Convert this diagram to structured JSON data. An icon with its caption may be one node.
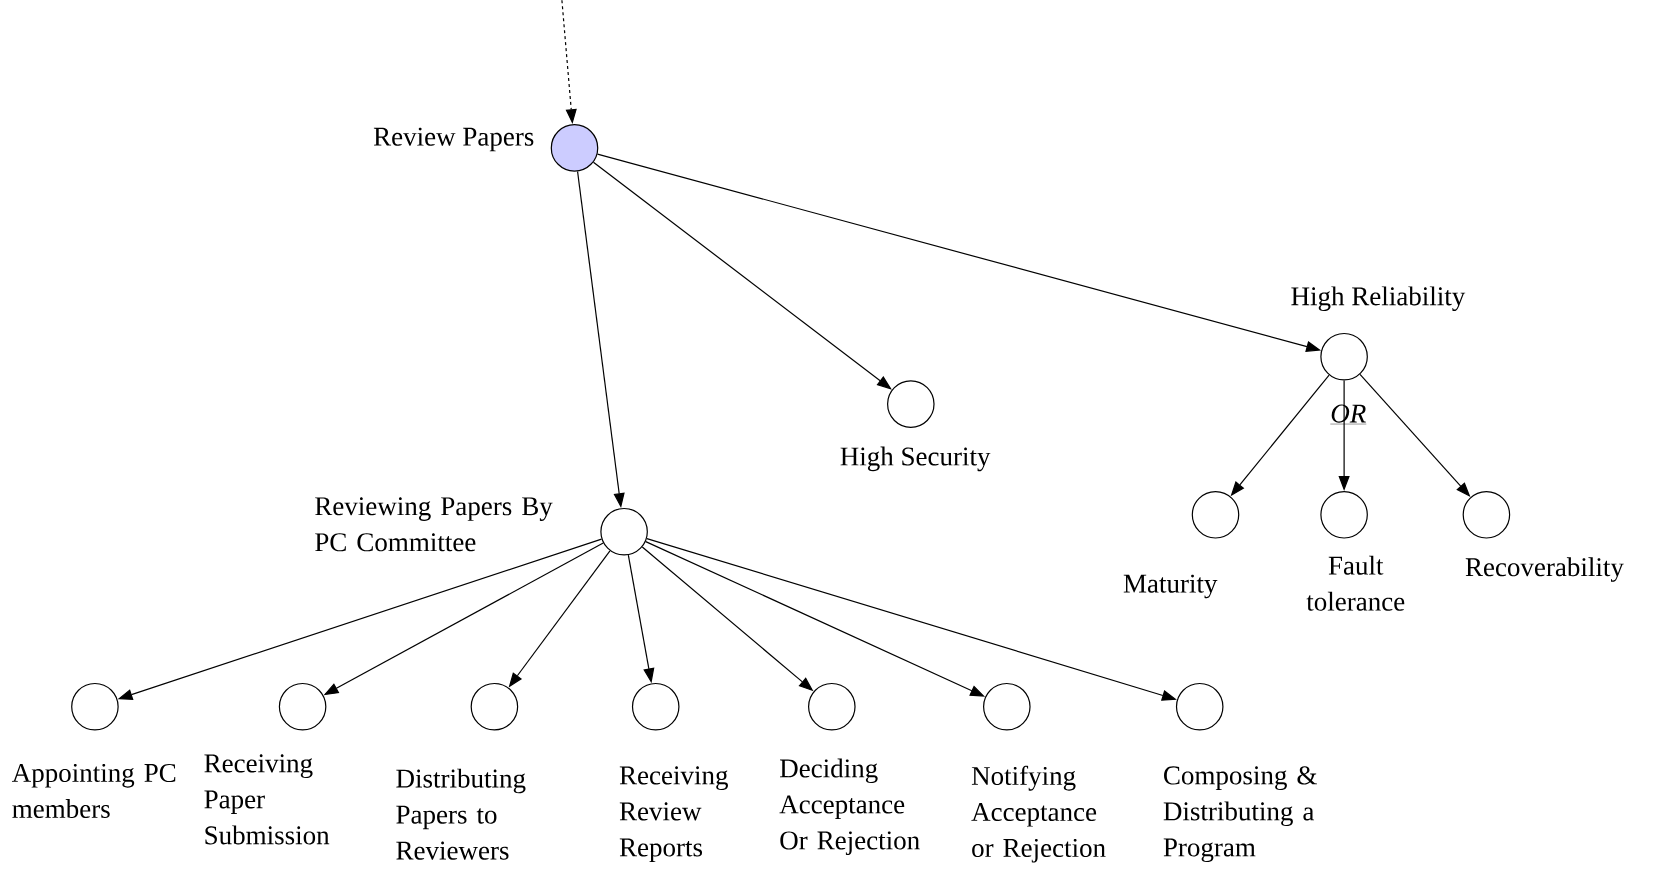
{
  "diagram": {
    "nodes": [
      {
        "text": [
          "Review Papers"
        ]
      },
      {
        "text": [
          "High Reliability"
        ]
      },
      {
        "text": [
          "High Security"
        ]
      },
      {
        "text": [
          "Maturity"
        ]
      },
      {
        "text": [
          "Fault tolerance"
        ]
      },
      {
        "text": [
          "Recoverability"
        ]
      },
      {
        "text": [
          "Reviewing Papers By PC Committee"
        ]
      },
      {
        "text": [
          "Appointing PC members"
        ]
      },
      {
        "text": [
          "Receiving Paper Submission"
        ]
      },
      {
        "text": [
          "Distributing Papers to Reviewers"
        ]
      },
      {
        "text": [
          "Receiving Review Reports"
        ]
      },
      {
        "text": [
          "Deciding Acceptance Or Rejection"
        ]
      },
      {
        "text": [
          "Notifying Acceptance or Rejection"
        ]
      },
      {
        "text": [
          "Composing & Distributing a Program"
        ]
      }
    ],
    "edges": [
      {
        "from": null,
        "to": 0,
        "arrow": "to",
        "style": "dashed"
      },
      {
        "from": 0,
        "to": 6,
        "arrow": "to"
      },
      {
        "from": 0,
        "to": 2,
        "arrow": "to"
      },
      {
        "from": 0,
        "to": 1,
        "arrow": "to"
      },
      {
        "from": 1,
        "to": 3,
        "arrow": "to"
      },
      {
        "from": 1,
        "to": 4,
        "arrow": "to"
      },
      {
        "from": 1,
        "to": 5,
        "arrow": "to"
      },
      {
        "from": 6,
        "to": 7,
        "arrow": "to"
      },
      {
        "from": 6,
        "to": 8,
        "arrow": "to"
      },
      {
        "from": 6,
        "to": 9,
        "arrow": "to"
      },
      {
        "from": 6,
        "to": 10,
        "arrow": "to"
      },
      {
        "from": 6,
        "to": 11,
        "arrow": "to"
      },
      {
        "from": 6,
        "to": 12,
        "arrow": "to"
      },
      {
        "from": 6,
        "to": 13,
        "arrow": "to"
      }
    ],
    "labels": [
      "OR"
    ]
  }
}
